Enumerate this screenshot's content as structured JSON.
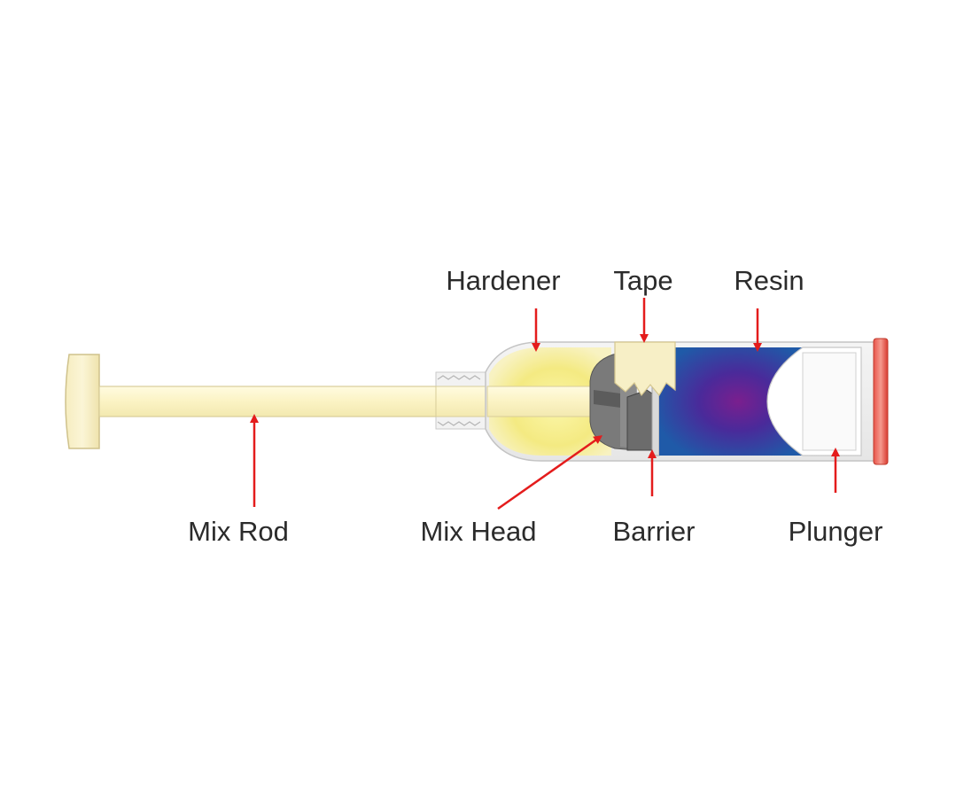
{
  "labels": {
    "hardener": "Hardener",
    "tape": "Tape",
    "resin": "Resin",
    "mix_rod": "Mix Rod",
    "mix_head": "Mix Head",
    "barrier": "Barrier",
    "plunger": "Plunger"
  },
  "colors": {
    "arrow": "#e41c1c",
    "rod": "#fbf5cc",
    "hardener": "#f5ec8a",
    "resin_blue": "#1f54a8",
    "resin_purple": "#6a1f8a",
    "mix_head": "#6f6f6f",
    "plunger_cap": "#e24a44",
    "tape": "#f7efc6"
  }
}
